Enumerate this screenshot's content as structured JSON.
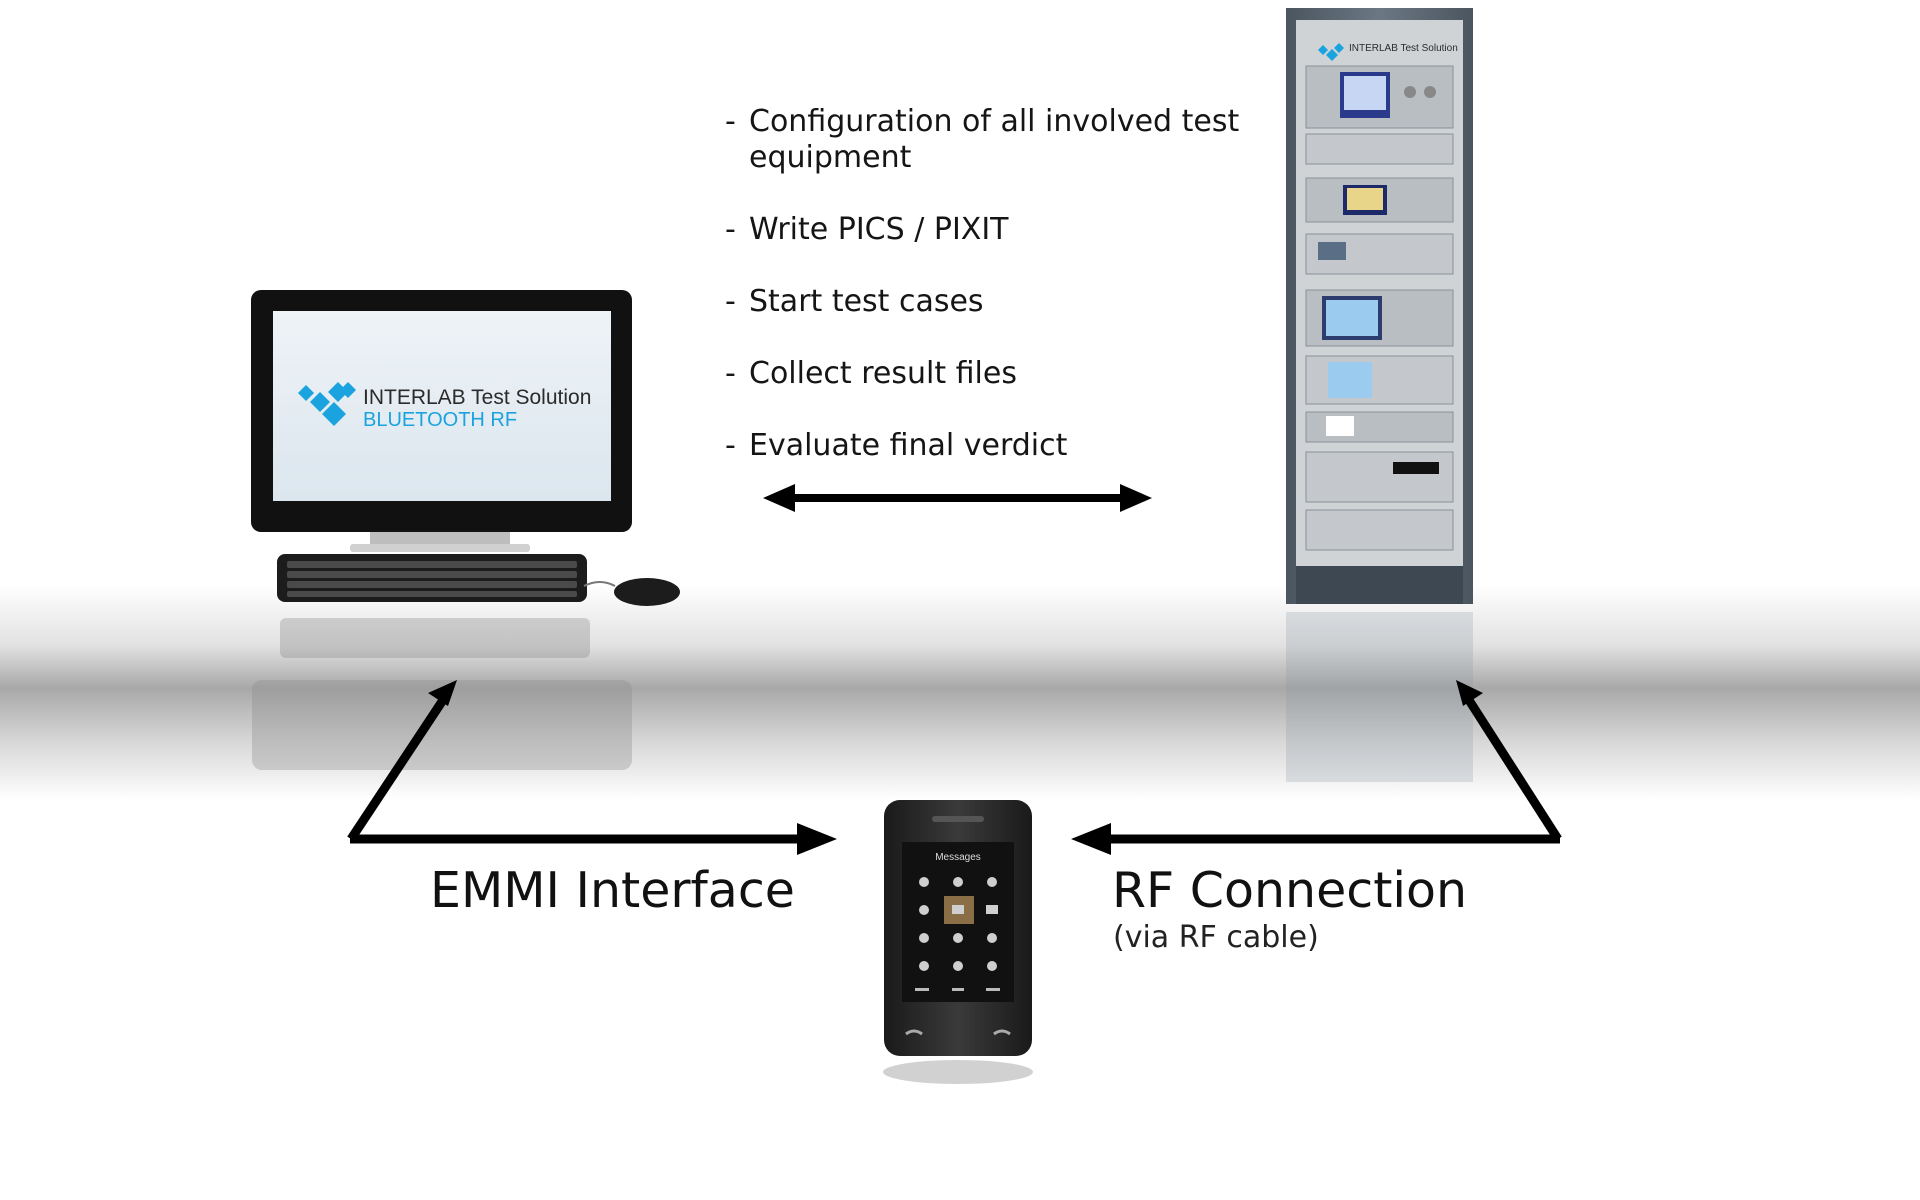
{
  "steps": [
    "Configuration of all involved test equipment",
    "Write PICS / PIXIT",
    "Start test cases",
    "Collect result files",
    "Evaluate final verdict"
  ],
  "step_dash": "-",
  "monitor_screen": {
    "brand": "INTERLAB Test Solution",
    "product": "BLUETOOTH RF"
  },
  "rack": {
    "brand": "INTERLAB Test Solution"
  },
  "phone": {
    "screen_title": "Messages"
  },
  "labels": {
    "emmi": "EMMI Interface",
    "rf": "RF Connection",
    "rf_sub": "(via RF cable)"
  },
  "colors": {
    "accent_blue": "#1aa3de",
    "arrow": "#000000",
    "text": "#151515"
  }
}
